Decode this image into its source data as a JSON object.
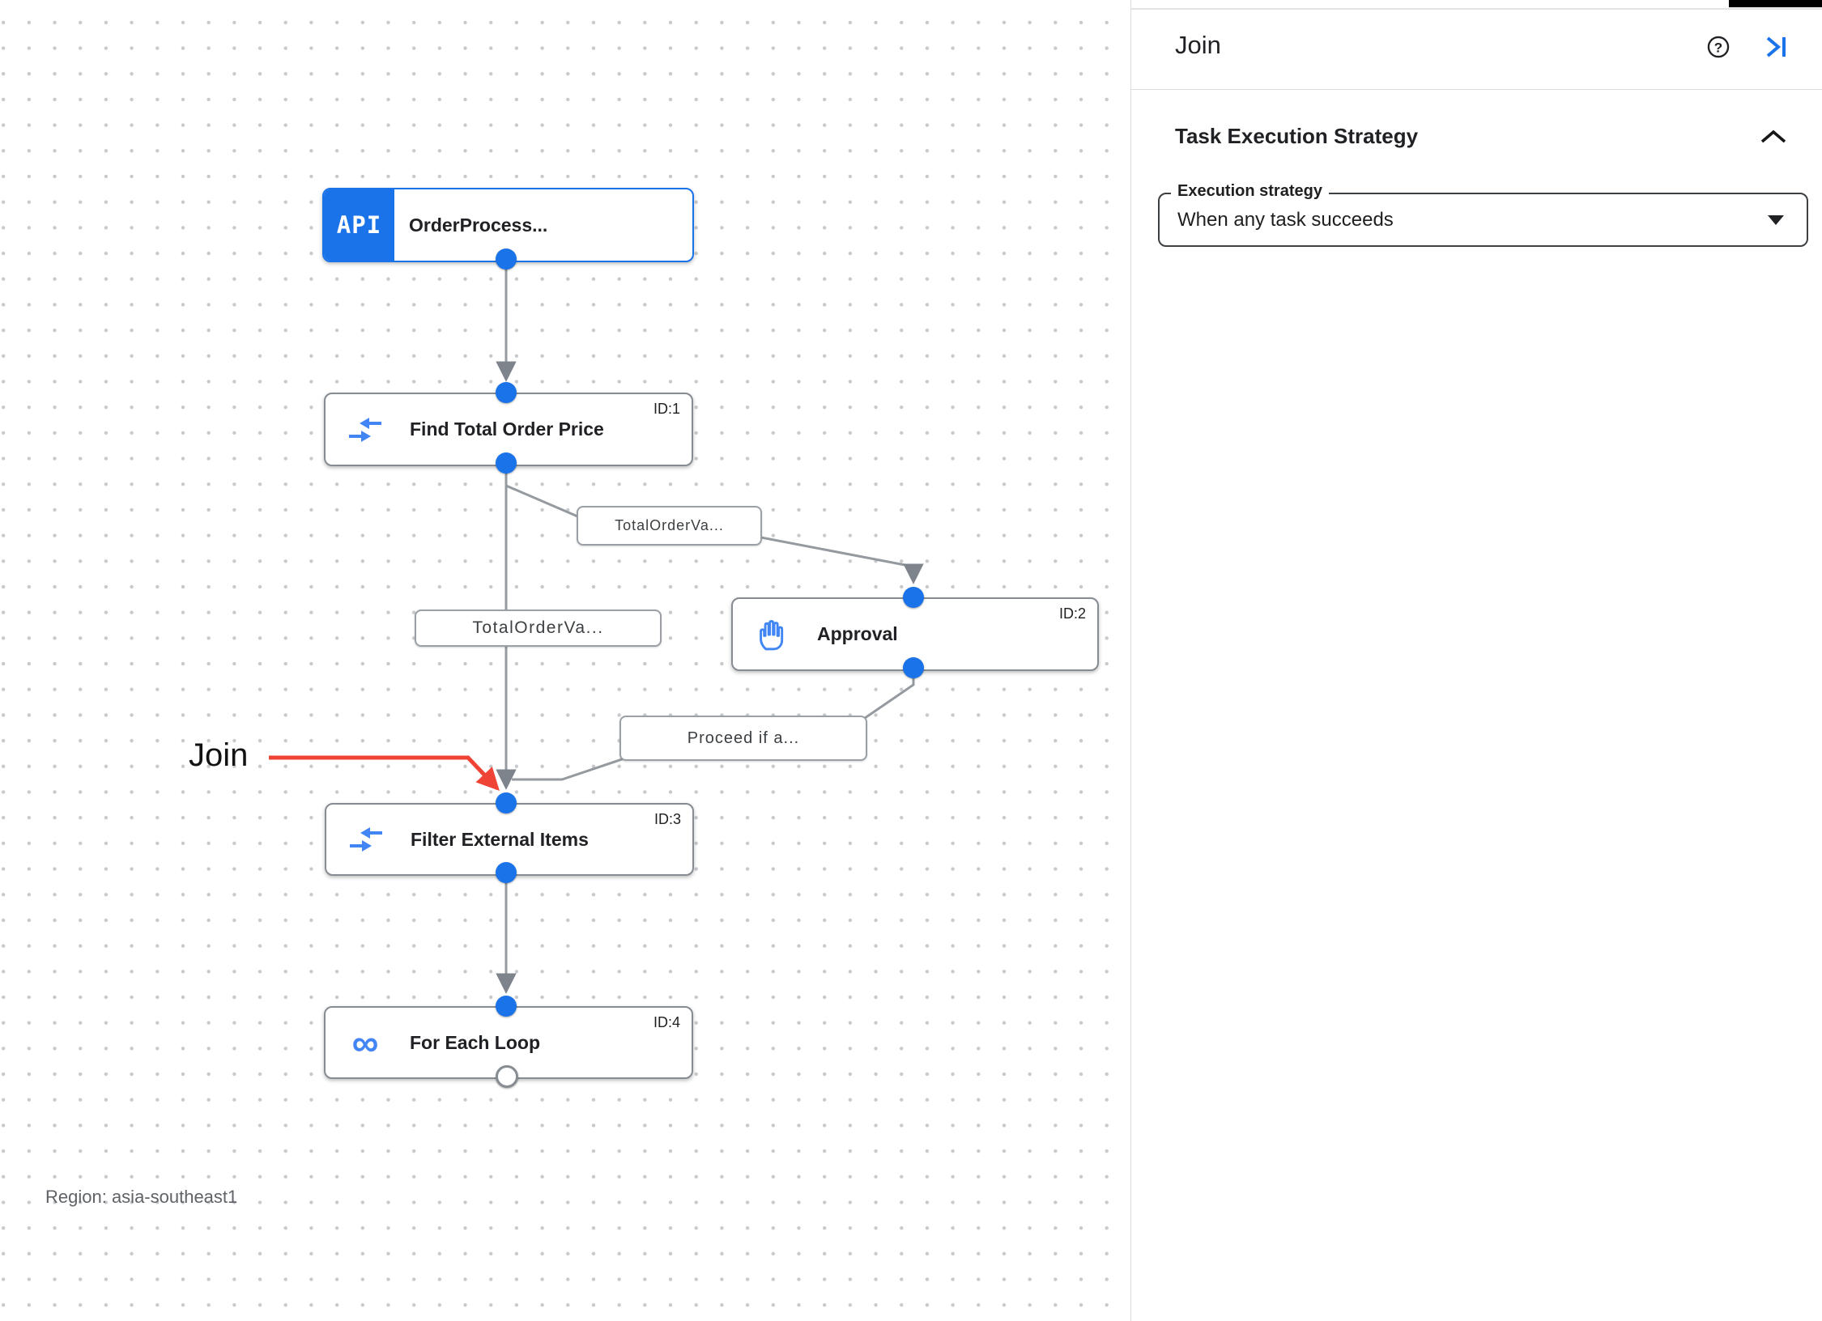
{
  "panel": {
    "title": "Join",
    "section": {
      "title": "Task Execution Strategy",
      "field_label": "Execution strategy",
      "field_value": "When any task succeeds"
    }
  },
  "canvas": {
    "region": "Region: asia-southeast1",
    "annotation": "Join",
    "annotation_color": "#ef4335",
    "nodes": [
      {
        "label": "OrderProcess...",
        "icon": "api-trigger-icon",
        "icon_text": "API",
        "badge": ""
      },
      {
        "label": "Find Total Order Price",
        "icon": "data-mapping-icon",
        "badge": "ID:1"
      },
      {
        "label": "Approval",
        "icon": "approval-hand-icon",
        "badge": "ID:2"
      },
      {
        "label": "Filter External Items",
        "icon": "data-mapping-icon",
        "badge": "ID:3"
      },
      {
        "label": "For Each Loop",
        "icon": "loop-icon",
        "badge": "ID:4"
      }
    ],
    "edge_labels": [
      {
        "text": "TotalOrderVa..."
      },
      {
        "text": "TotalOrderVa..."
      },
      {
        "text": "Proceed if a..."
      }
    ],
    "icons": {
      "loop_glyph": "∞"
    }
  },
  "colors": {
    "accent": "#1a73e8",
    "icon_blue": "#4285f4",
    "edge_gray": "#949aa0"
  }
}
